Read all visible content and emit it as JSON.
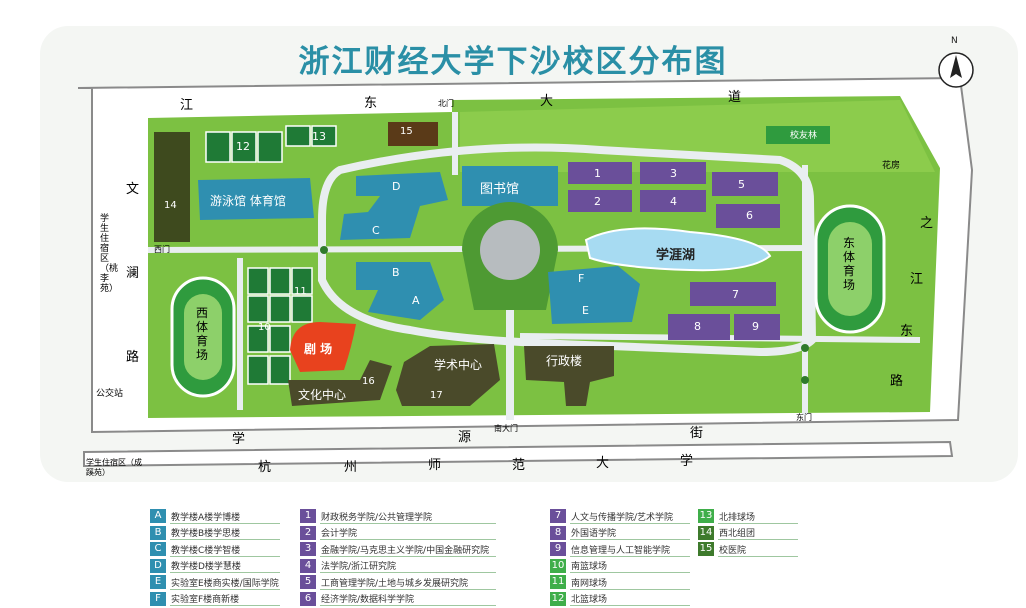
{
  "map": {
    "title": "浙江财经大学下沙校区分布图",
    "compass": "N",
    "roads": {
      "top": [
        "江",
        "东",
        "大",
        "道"
      ],
      "left": [
        "文",
        "澜",
        "路"
      ],
      "right": [
        "之",
        "江",
        "东",
        "路"
      ],
      "bottom_inner": [
        "学",
        "源",
        "街"
      ],
      "bottom_outer": [
        "杭",
        "州",
        "师",
        "范",
        "大",
        "学"
      ]
    },
    "gates": {
      "north": "北门",
      "west": "西门",
      "south": "南大门",
      "east": "东门"
    },
    "places": {
      "library": "图书馆",
      "natatorium_gym": "游泳馆 体育馆",
      "lake": "学涯湖",
      "west_field": "西体育场",
      "east_field": "东体育场",
      "theater": "剧 场",
      "culture_center": "文化中心",
      "academic_center": "学术中心",
      "admin": "行政楼",
      "alumni_forest": "校友林",
      "flower_house": "花房",
      "bus_stop": "公交站",
      "dorm_west": "学生住宿区（桃李苑）",
      "dorm_south": "学生住宿区（成蹊苑）"
    },
    "building_labels": [
      "A",
      "B",
      "C",
      "D",
      "E",
      "F",
      "1",
      "2",
      "3",
      "4",
      "5",
      "6",
      "7",
      "8",
      "9",
      "10",
      "11",
      "12",
      "13",
      "14",
      "15",
      "16",
      "17"
    ]
  },
  "legend": {
    "colors": {
      "teaching": "#2f8fb0",
      "school": "#6a4f9a",
      "court": "#3fae4a",
      "misc": "#3e7a2c"
    },
    "col1": [
      {
        "key": "A",
        "text": "教学楼A楼学博楼"
      },
      {
        "key": "B",
        "text": "教学楼B楼学思楼"
      },
      {
        "key": "C",
        "text": "教学楼C楼学智楼"
      },
      {
        "key": "D",
        "text": "教学楼D楼学慧楼"
      },
      {
        "key": "E",
        "text": "实验室E楼商实楼/国际学院"
      },
      {
        "key": "F",
        "text": "实验室F楼商新楼"
      }
    ],
    "col2": [
      {
        "key": "1",
        "text": "财政税务学院/公共管理学院"
      },
      {
        "key": "2",
        "text": "会计学院"
      },
      {
        "key": "3",
        "text": "金融学院/马克思主义学院/中国金融研究院"
      },
      {
        "key": "4",
        "text": "法学院/浙江研究院"
      },
      {
        "key": "5",
        "text": "工商管理学院/土地与城乡发展研究院"
      },
      {
        "key": "6",
        "text": "经济学院/数据科学学院"
      }
    ],
    "col3": [
      {
        "key": "7",
        "text": "人文与传播学院/艺术学院"
      },
      {
        "key": "8",
        "text": "外国语学院"
      },
      {
        "key": "9",
        "text": "信息管理与人工智能学院"
      },
      {
        "key": "10",
        "text": "南篮球场"
      },
      {
        "key": "11",
        "text": "南网球场"
      },
      {
        "key": "12",
        "text": "北篮球场"
      }
    ],
    "col4": [
      {
        "key": "13",
        "text": "北排球场"
      },
      {
        "key": "14",
        "text": "西北组团"
      },
      {
        "key": "15",
        "text": "校医院"
      }
    ]
  }
}
